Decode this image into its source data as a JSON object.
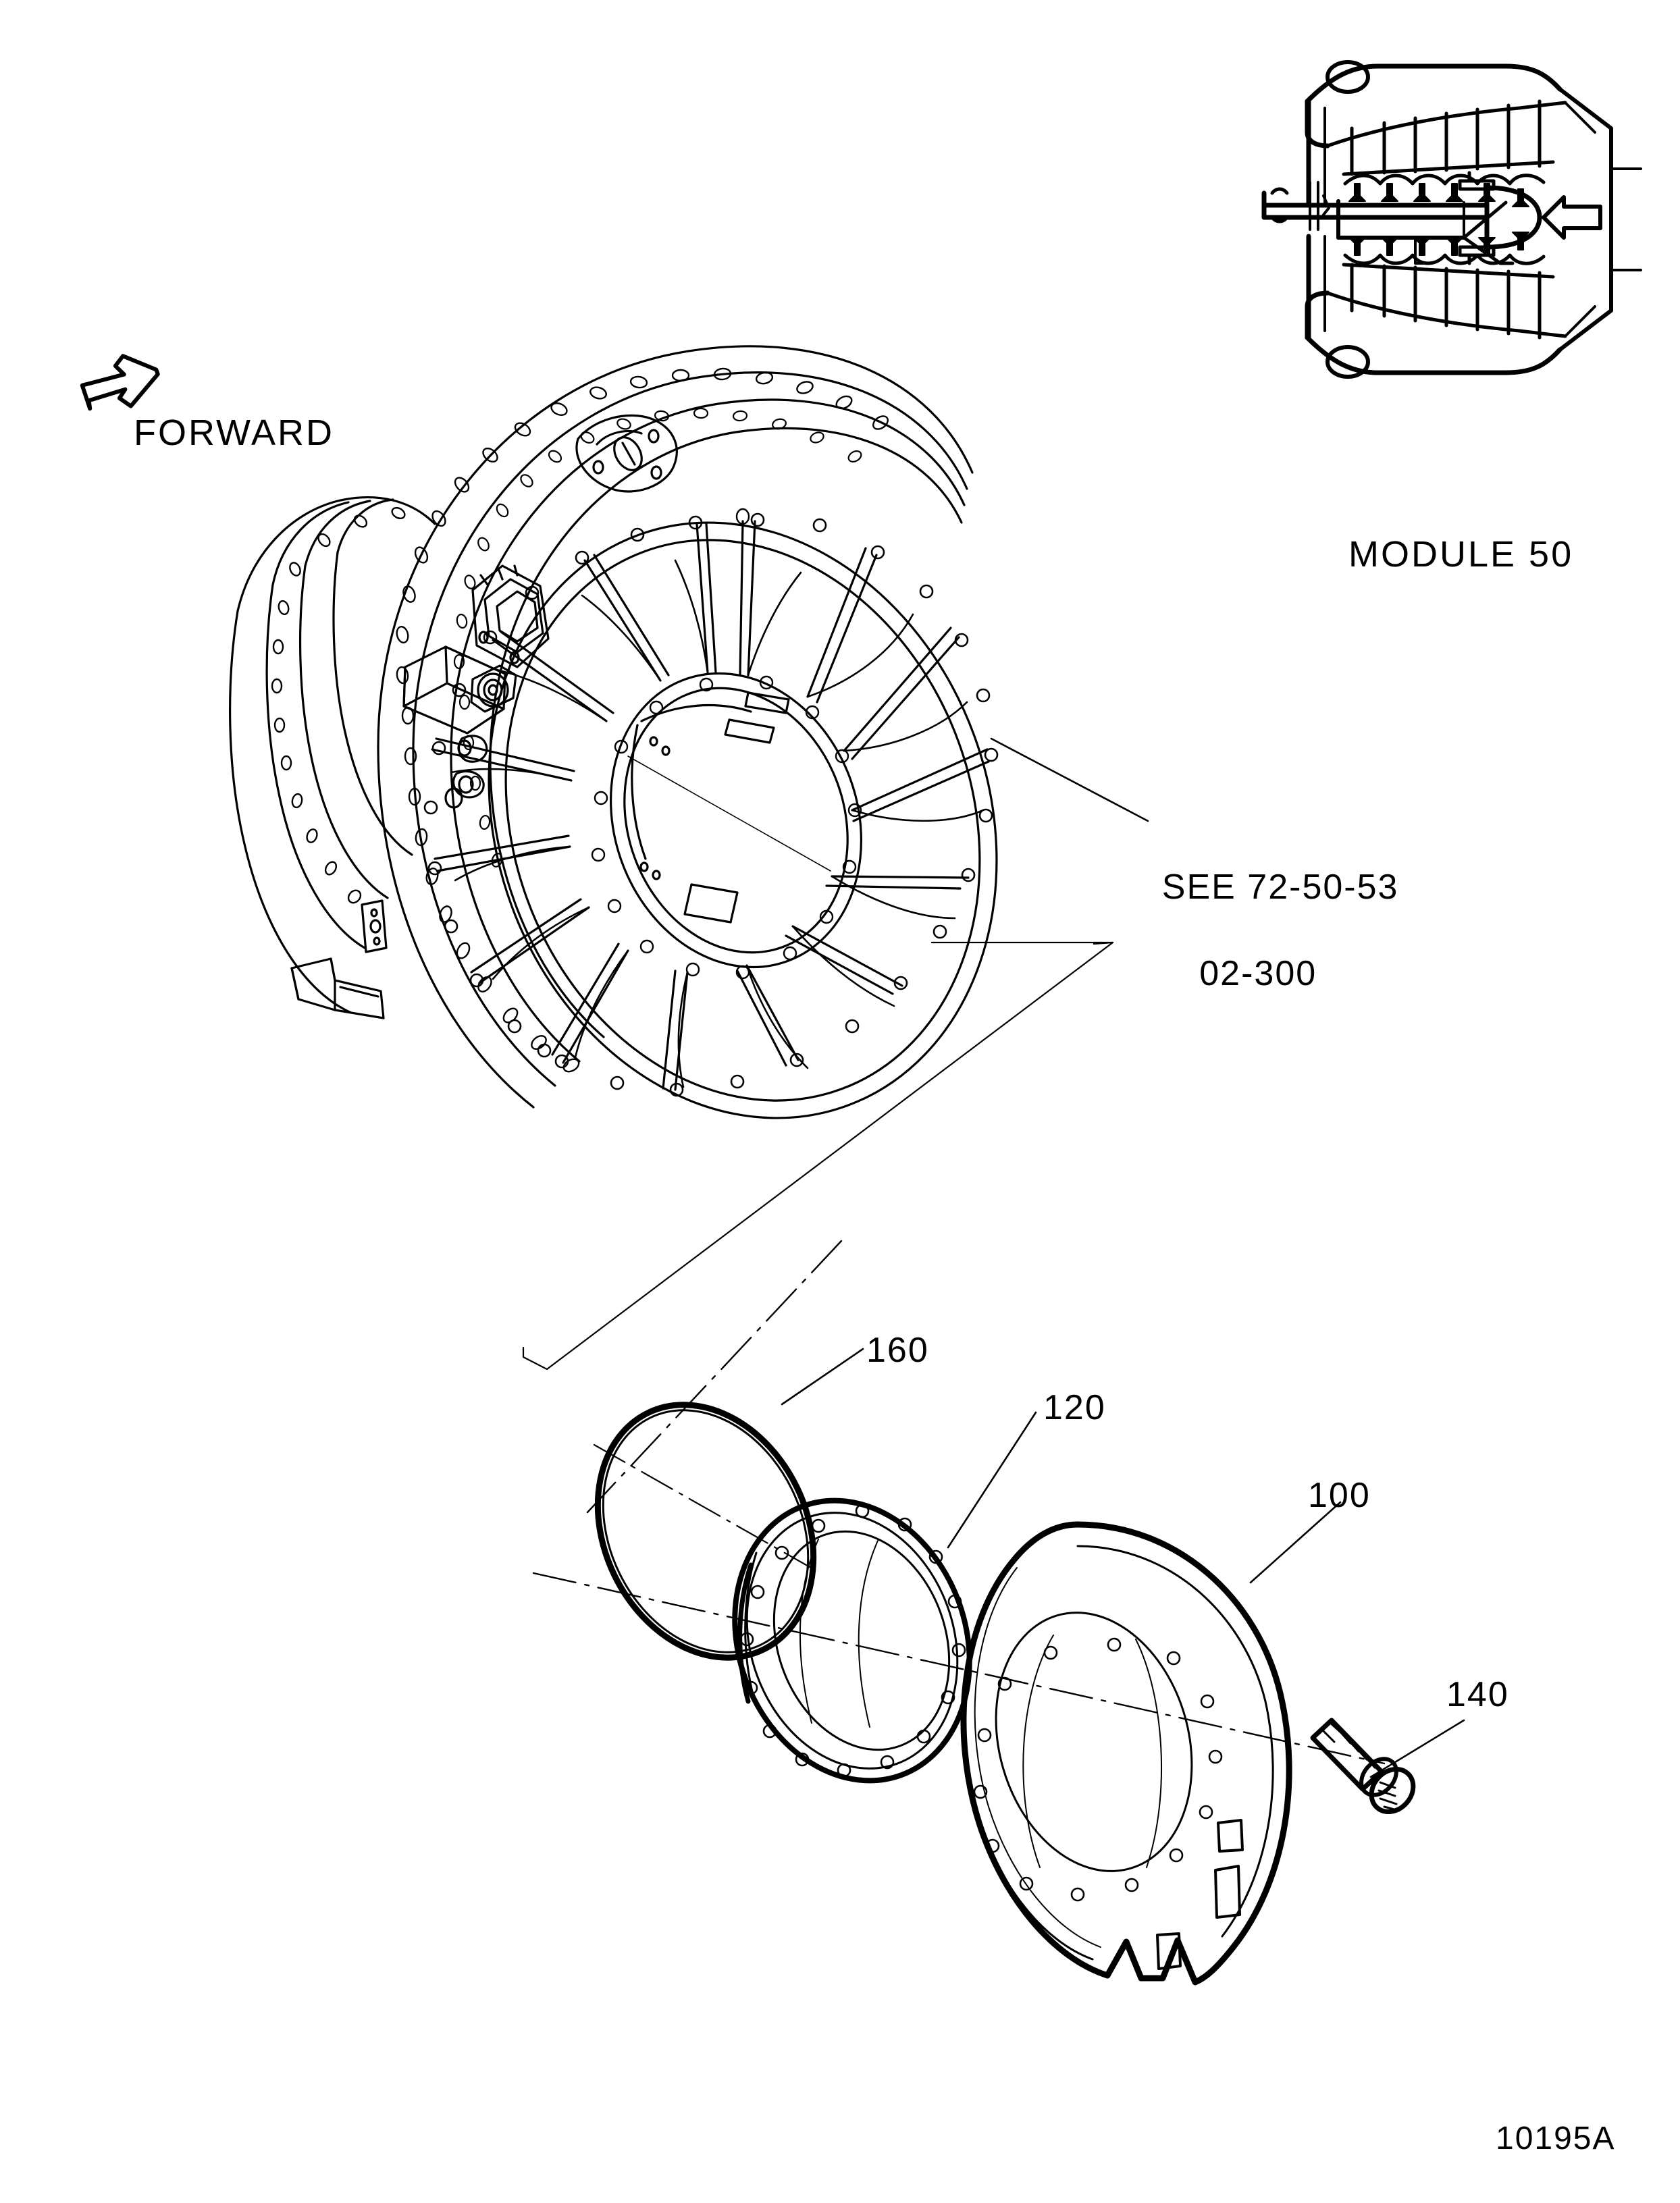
{
  "figure": {
    "id_label": "10195A",
    "orientation_label": "FORWARD",
    "module_label": "MODULE 50",
    "reference_note": {
      "line1": "SEE 72-50-53",
      "line2": "02-300"
    },
    "line_color": "#000000",
    "background_color": "#ffffff"
  },
  "callouts": [
    {
      "number": "100",
      "part": "cover-plate"
    },
    {
      "number": "120",
      "part": "flange-seal-plate"
    },
    {
      "number": "140",
      "part": "bolt"
    },
    {
      "number": "160",
      "part": "packing-o-ring"
    }
  ],
  "views": {
    "main_assembly": {
      "name": "turbine-exhaust-frame-assembly",
      "description": "Turbine exhaust case with bolted flanges, radial strut frame and central hub"
    },
    "inset": {
      "name": "module-50-cross-section",
      "label": "MODULE 50",
      "description": "Engine turbine section cross-section with flow arrow"
    },
    "exploded": {
      "name": "exploded-parts-group",
      "description": "Packing, seal plate, cover plate and bolt shown separated along centerline"
    }
  },
  "icons": {
    "forward_arrow": "forward-arrow-icon",
    "flow_arrow": "flow-arrow-icon"
  }
}
